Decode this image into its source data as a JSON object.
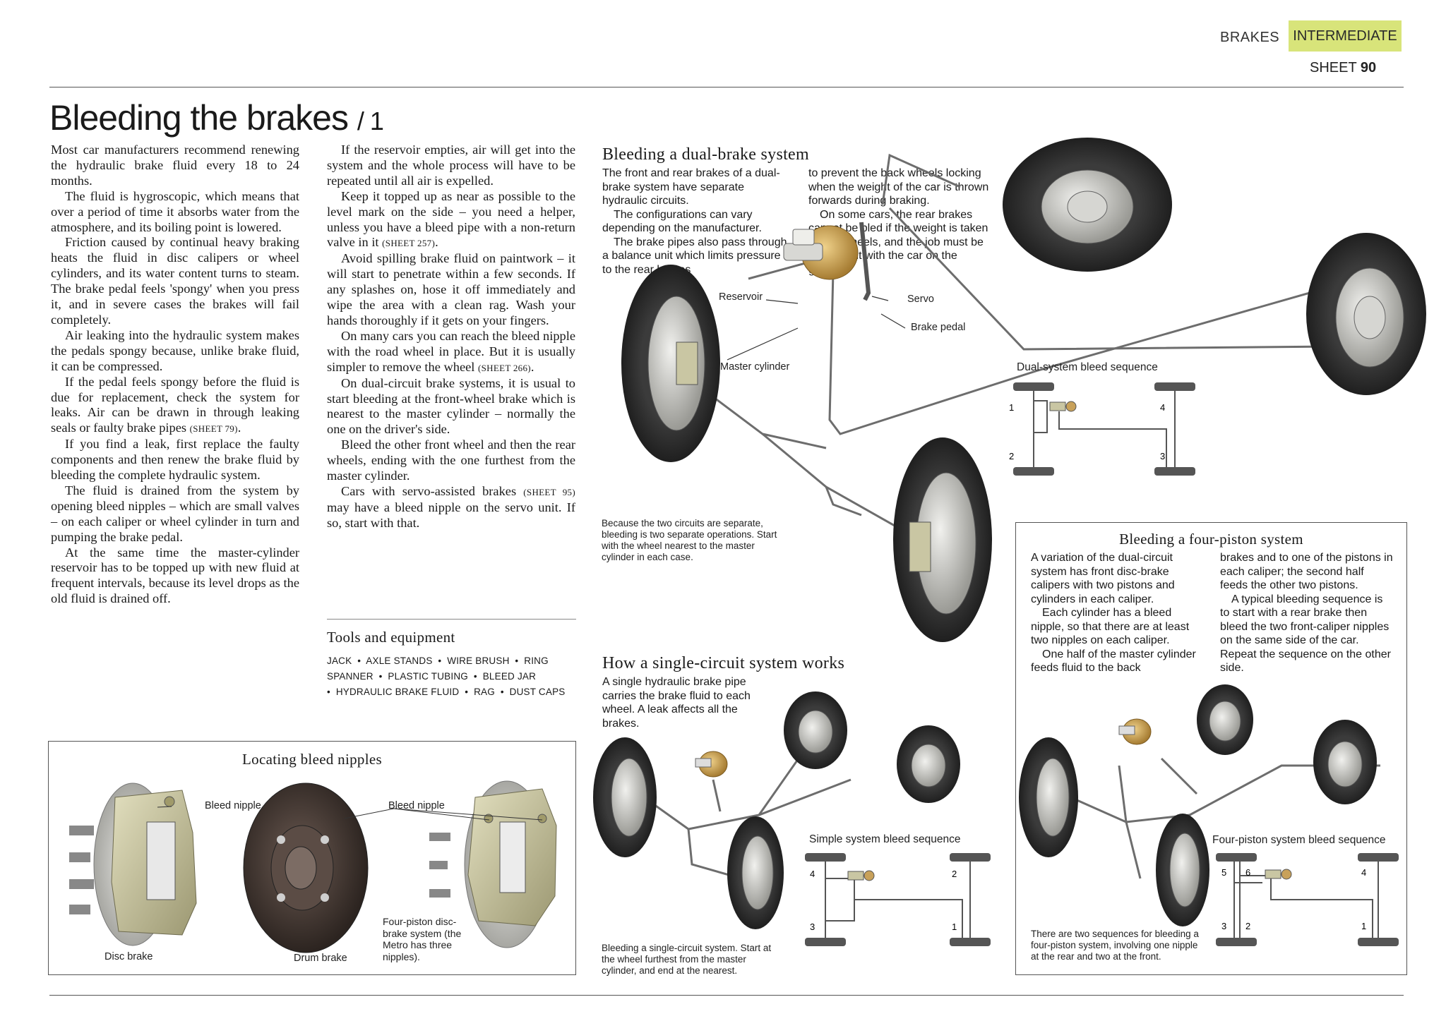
{
  "header": {
    "section": "BRAKES",
    "level": "INTERMEDIATE",
    "sheet_label": "SHEET",
    "sheet_number": "90"
  },
  "title": {
    "main": "Bleeding the brakes",
    "part": "/ 1"
  },
  "column1": {
    "p1": "Most car manufacturers recommend renewing the hydraulic brake fluid every 18 to 24 months.",
    "p2": "The fluid is hygroscopic, which means that over a period of time it absorbs water from the atmosphere, and its boiling point is lowered.",
    "p3": "Friction caused by continual heavy braking heats the fluid in disc calipers or wheel cylinders, and its water content turns to steam. The brake pedal feels 'spongy' when you press it, and in severe cases the brakes will fail completely.",
    "p4": "Air leaking into the hydraulic system makes the pedals spongy because, unlike brake fluid, it can be compressed.",
    "p5a": "If the pedal feels spongy before the fluid is due for replacement, check the system for leaks. Air can be drawn in through leaking seals or faulty brake pipes",
    "p5ref": "(SHEET 79)",
    "p5b": ".",
    "p6": "If you find a leak, first replace the faulty components and then renew the brake fluid by bleeding the complete hydraulic system.",
    "p7": "The fluid is drained from the system by opening bleed nipples – which are small valves – on each caliper or wheel cylinder in turn and pumping the brake pedal.",
    "p8": "At the same time the master-cylinder reservoir has to be topped up with new fluid at frequent intervals, because its level drops as the old fluid is drained off."
  },
  "column2": {
    "p1": "If the reservoir empties, air will get into the system and the whole process will have to be repeated until all air is expelled.",
    "p2a": "Keep it topped up as near as possible to the level mark on the side – you need a helper, unless you have a bleed pipe with a non-return valve in it",
    "p2ref": "(SHEET 257)",
    "p2b": ".",
    "p3": "Avoid spilling brake fluid on paintwork – it will start to penetrate within a few seconds. If any splashes on, hose it off immediately and wipe the area with a clean rag. Wash your hands thoroughly if it gets on your fingers.",
    "p4a": "On many cars you can reach the bleed nipple with the road wheel in place. But it is usually simpler to remove the wheel",
    "p4ref": "(SHEET 266)",
    "p4b": ".",
    "p5": "On dual-circuit brake systems, it is usual to start bleeding at the front-wheel brake which is nearest to the master cylinder – normally the one on the driver's side.",
    "p6": "Bleed the other front wheel and then the rear wheels, ending with the one furthest from the master cylinder.",
    "p7a": "Cars with servo-assisted brakes",
    "p7ref": "(SHEET 95)",
    "p7b": "may have a bleed nipple on the servo unit. If so, start with that."
  },
  "tools": {
    "heading": "Tools and equipment",
    "items": [
      "JACK",
      "AXLE STANDS",
      "WIRE BRUSH",
      "RING SPANNER",
      "PLASTIC TUBING",
      "BLEED JAR",
      "HYDRAULIC BRAKE FLUID",
      "RAG",
      "DUST CAPS"
    ]
  },
  "nipples_box": {
    "heading": "Locating bleed nipples",
    "bleed_label_1": "Bleed nipple",
    "bleed_label_2": "Bleed nipple",
    "disc_label": "Disc brake",
    "drum_label": "Drum brake",
    "fourpiston_label": "Four-piston disc-brake system (the Metro has three nipples)."
  },
  "dual": {
    "heading": "Bleeding a dual-brake system",
    "left_p1": "The front and rear brakes of a dual-brake system have separate hydraulic circuits.",
    "left_p2": "The configurations can vary depending on the manufacturer.",
    "left_p3": "The brake pipes also pass through a balance unit which limits pressure to the rear brakes",
    "right_p1": "to prevent the back wheels locking when the weight of the car is thrown forwards during braking.",
    "right_p2": "On some cars, the rear brakes cannot be bled if the weight is taken off the wheels, and the job must be carried out with the car on the ground.",
    "label_reservoir": "Reservoir",
    "label_servo": "Servo",
    "label_pedal": "Brake pedal",
    "label_master": "Master cylinder",
    "caption": "Because the two circuits are separate, bleeding is two separate operations. Start with the wheel nearest to the master cylinder in each case.",
    "sequence_title": "Dual-system bleed sequence",
    "sequence": [
      "1",
      "2",
      "3",
      "4"
    ]
  },
  "single": {
    "heading": "How a single-circuit system works",
    "text": "A single hydraulic brake pipe carries the brake fluid to each wheel. A leak affects all the brakes.",
    "caption": "Bleeding a single-circuit system. Start at the wheel furthest from the master cylinder, and end at the nearest.",
    "sequence_title": "Simple system bleed sequence",
    "sequence": [
      "4",
      "2",
      "3",
      "1"
    ]
  },
  "four": {
    "heading": "Bleeding a four-piston system",
    "left_p1": "A variation of the dual-circuit system has front disc-brake calipers with two pistons and cylinders in each caliper.",
    "left_p2": "Each cylinder has a bleed nipple, so that there are at least two nipples on each caliper.",
    "left_p3": "One half of the master cylinder feeds fluid to the back",
    "right_p1": "brakes and to one of the pistons in each caliper; the second half feeds the other two pistons.",
    "right_p2": "A typical bleeding sequence is to start with a rear brake then bleed the two front-caliper nipples on the same side of the car. Repeat the sequence on the other side.",
    "caption": "There are two sequences for bleeding a four-piston system, involving one nipple at the rear and two at the front.",
    "sequence_title": "Four-piston system bleed sequence",
    "sequence": [
      "5",
      "6",
      "4",
      "3",
      "2",
      "1"
    ]
  },
  "colors": {
    "level_badge": "#d8e47a",
    "tyre": "#2b2b2b",
    "metal": "#b9b9b3",
    "caliper": "#c9c6a3",
    "servo": "#c8a15a"
  }
}
